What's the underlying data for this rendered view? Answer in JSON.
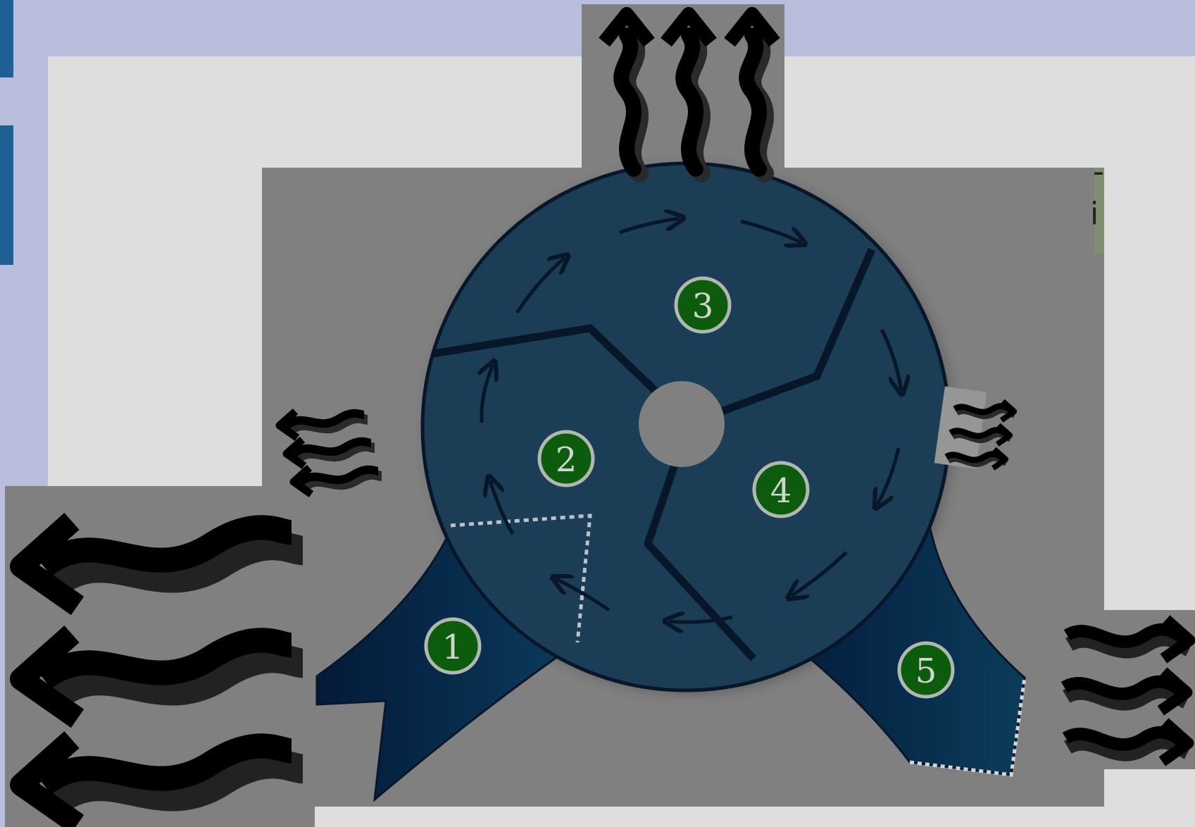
{
  "diagram": {
    "colors": {
      "frame_bg": "#b8bedc",
      "panel": "#dedede",
      "overlay": "#808080",
      "disk": "#1b3d55",
      "disk_stroke": "#08162a",
      "badge_fill": "#0d5c0d",
      "badge_ring": "#b0b8b0",
      "arrow_dark": "#0a0a0a",
      "side_tab": "#1f6194"
    },
    "stages": [
      {
        "label": "1",
        "icon": "inlet-funnel-icon"
      },
      {
        "label": "2",
        "icon": "compression-chamber-icon"
      },
      {
        "label": "3",
        "icon": "combustion-chamber-icon"
      },
      {
        "label": "4",
        "icon": "expansion-chamber-icon"
      },
      {
        "label": "5",
        "icon": "exhaust-funnel-icon"
      }
    ],
    "flows": [
      {
        "name": "heat-out-top",
        "icon": "wavy-arrow-up-icon",
        "count": 3
      },
      {
        "name": "heat-out-left-small",
        "icon": "wavy-arrow-left-icon",
        "count": 3
      },
      {
        "name": "heat-out-left-large",
        "icon": "wavy-arrow-left-icon",
        "count": 3
      },
      {
        "name": "heat-out-right-small",
        "icon": "wavy-arrow-right-icon",
        "count": 3
      },
      {
        "name": "heat-out-right-large",
        "icon": "wavy-arrow-right-icon",
        "count": 3
      }
    ],
    "partial_text": [
      "-",
      "i"
    ]
  }
}
